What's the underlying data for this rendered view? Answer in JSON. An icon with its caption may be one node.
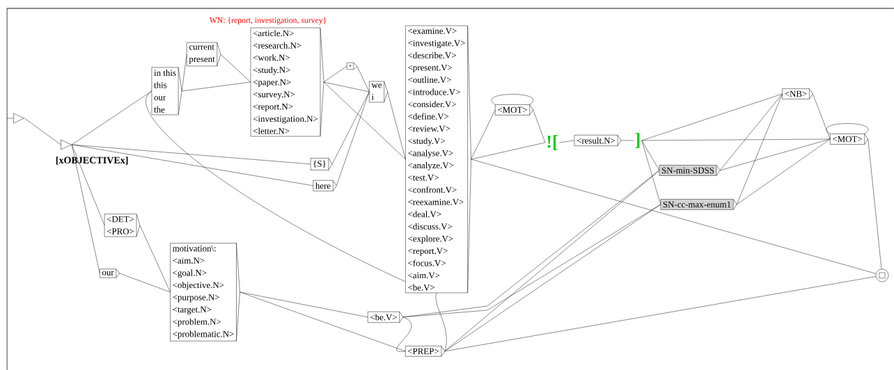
{
  "diagram": {
    "nodes": [
      {
        "text": [],
        "shape": "triangle"
      },
      {
        "text": [],
        "shape": "triangle",
        "beside": [
          "[xOBJECTIVEx]"
        ]
      },
      {
        "text": [
          "in this",
          "this",
          "our",
          "the"
        ]
      },
      {
        "text": [
          "current",
          "present"
        ]
      },
      {
        "text": [
          "<article.N>",
          "<research.N>",
          "<work.N>",
          "<study.N>",
          "<paper.N>",
          "<survey.N>",
          "<report.N>",
          "<investigation.N>",
          "<letter.N>"
        ]
      },
      {
        "text": [
          ","
        ]
      },
      {
        "text": [
          "we",
          "i"
        ]
      },
      {
        "text": [
          "{S}"
        ]
      },
      {
        "text": [
          "here"
        ]
      },
      {
        "text": [
          "<DET>",
          "<PRO>"
        ]
      },
      {
        "text": [
          "our"
        ]
      },
      {
        "text": [
          "motivation\\:",
          "<aim.N>",
          "<goal.N>",
          "<objective.N>",
          "<purpose.N>",
          "<target.N>",
          "<problem.N>",
          "<problematic.N>"
        ]
      },
      {
        "text": [
          "<examine.V>",
          "<investigate.V>",
          "<describe.V>",
          "<present.V>",
          "<outline.V>",
          "<introduce.V>",
          "<consider.V>",
          "<define.V>",
          "<review.V>",
          "<study.V>",
          "<analyse.V>",
          "<analyze.V>",
          "<test.V>",
          "<confront.V>",
          "<reexamine.V>",
          "<deal.V>",
          "<discuss.V>",
          "<explore.V>",
          "<report.V>",
          "<focus.V>",
          "<aim.V>",
          "<be.V>"
        ]
      },
      {
        "text": [
          "<be.V>"
        ]
      },
      {
        "text": [
          "<PREP>"
        ]
      },
      {
        "text": [
          "<MOT>"
        ]
      },
      {
        "text": [
          "!["
        ]
      },
      {
        "text": [
          "<result.N>"
        ]
      },
      {
        "text": [
          "]"
        ]
      },
      {
        "text": [
          "SN-min-SDSS"
        ]
      },
      {
        "text": [
          "SN-cc-max-enum1"
        ]
      },
      {
        "text": [
          "<NB>"
        ]
      },
      {
        "text": [
          "<MOT>"
        ]
      },
      {
        "text": [],
        "shape": "circle"
      }
    ],
    "edges": [
      {
        "from": 0,
        "to": 1,
        "arrow": "none"
      },
      {
        "from": 1,
        "to": 2,
        "arrow": "none"
      },
      {
        "from": 1,
        "to": 7,
        "arrow": "none"
      },
      {
        "from": 1,
        "to": 8,
        "arrow": "none"
      },
      {
        "from": 1,
        "to": 9,
        "arrow": "none"
      },
      {
        "from": 1,
        "to": 10,
        "arrow": "none"
      },
      {
        "from": 2,
        "to": 3,
        "arrow": "none"
      },
      {
        "from": 2,
        "to": 4,
        "arrow": "none"
      },
      {
        "from": 2,
        "to": 12,
        "arrow": "none"
      },
      {
        "from": 3,
        "to": 4,
        "arrow": "none"
      },
      {
        "from": 4,
        "to": 5,
        "arrow": "none"
      },
      {
        "from": 4,
        "to": 6,
        "arrow": "none"
      },
      {
        "from": 4,
        "to": 12,
        "arrow": "none"
      },
      {
        "from": 5,
        "to": 6,
        "arrow": "none"
      },
      {
        "from": 7,
        "to": 6,
        "arrow": "none"
      },
      {
        "from": 8,
        "to": 6,
        "arrow": "none"
      },
      {
        "from": 6,
        "to": 12,
        "arrow": "none"
      },
      {
        "from": 9,
        "to": 11,
        "arrow": "none"
      },
      {
        "from": 10,
        "to": 11,
        "arrow": "none"
      },
      {
        "from": 11,
        "to": 13,
        "arrow": "none"
      },
      {
        "from": 11,
        "to": 14,
        "arrow": "none"
      },
      {
        "from": 13,
        "to": 14,
        "arrow": "none"
      },
      {
        "from": 13,
        "to": 19,
        "arrow": "none"
      },
      {
        "from": 13,
        "to": 20,
        "arrow": "none"
      },
      {
        "from": 14,
        "to": 12,
        "arrow": "none"
      },
      {
        "from": 14,
        "to": 19,
        "arrow": "none"
      },
      {
        "from": 14,
        "to": 20,
        "arrow": "none"
      },
      {
        "from": 14,
        "to": 23,
        "arrow": "none"
      },
      {
        "from": 12,
        "to": 15,
        "arrow": "none"
      },
      {
        "from": 12,
        "to": 16,
        "arrow": "none"
      },
      {
        "from": 12,
        "to": 23,
        "arrow": "none"
      },
      {
        "from": 15,
        "to": 15,
        "arrow": "none"
      },
      {
        "from": 15,
        "to": 16,
        "arrow": "none"
      },
      {
        "from": 16,
        "to": 17,
        "arrow": "none"
      },
      {
        "from": 17,
        "to": 18,
        "arrow": "none"
      },
      {
        "from": 18,
        "to": 21,
        "arrow": "none"
      },
      {
        "from": 18,
        "to": 22,
        "arrow": "none"
      },
      {
        "from": 18,
        "to": 19,
        "arrow": "none"
      },
      {
        "from": 18,
        "to": 20,
        "arrow": "none"
      },
      {
        "from": 19,
        "to": 21,
        "arrow": "none"
      },
      {
        "from": 19,
        "to": 22,
        "arrow": "none"
      },
      {
        "from": 20,
        "to": 21,
        "arrow": "none"
      },
      {
        "from": 20,
        "to": 22,
        "arrow": "none"
      },
      {
        "from": 21,
        "to": 22,
        "arrow": "none"
      },
      {
        "from": 22,
        "to": 22,
        "arrow": "none"
      },
      {
        "from": 22,
        "to": 23,
        "arrow": "none"
      }
    ],
    "labels": [
      "WN: {report, investigation, survey}"
    ]
  }
}
